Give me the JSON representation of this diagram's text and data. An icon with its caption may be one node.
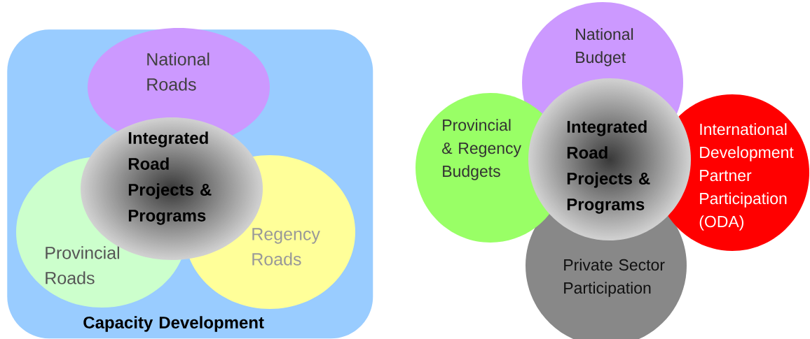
{
  "diagram": {
    "nodes": [
      {
        "text": [
          "Capacity Development"
        ]
      },
      {
        "text": [
          "National Roads"
        ],
        "in": 0
      },
      {
        "text": [
          "Provincial Roads"
        ],
        "in": 0
      },
      {
        "text": [
          "Regency Roads"
        ],
        "in": 0
      },
      {
        "text": [
          "Integrated Road Projects & Programs"
        ],
        "in": 0
      },
      {
        "text": [
          "National Budget"
        ]
      },
      {
        "text": [
          "Provincial & Regency Budgets"
        ]
      },
      {
        "text": [
          "International Development Partner Participation (ODA)"
        ]
      },
      {
        "text": [
          "Private Sector Participation"
        ]
      },
      {
        "text": [
          "Integrated Road Projects & Programs"
        ]
      }
    ]
  }
}
